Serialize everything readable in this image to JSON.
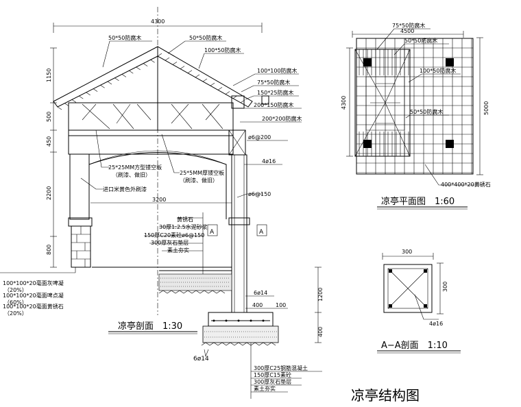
{
  "page_title": "凉亭结构图",
  "section": {
    "caption": "凉亭剖面　1:30",
    "dim_top": "4300",
    "dim_inner": "3200",
    "dims_left": [
      "1150",
      "500",
      "450",
      "2200",
      "800"
    ],
    "dims_right": [
      "1200",
      "400"
    ],
    "roof_callouts": [
      "50*50防腐木",
      "50*50防腐木",
      "100*50防腐木",
      "100*100防腐木",
      "75*50防腐木",
      "150*25防腐木",
      "200*150防腐木",
      "200*200防腐木"
    ],
    "rebar_callouts": [
      "ø6@200",
      "4ø16",
      "ø6@150",
      "6ø14",
      "400",
      "100"
    ],
    "beam_note_1": "25*25MM方型镂空板",
    "beam_note_1b": "（刷漆、做旧）",
    "beam_note_2": "25*5MM厚镂空板",
    "beam_note_2b": "（刷漆、做旧）",
    "paint_note": "进口米黄色外刷漆",
    "floor_layers": [
      "黄锈石",
      "30厚1:2.5水泥砂浆",
      "150厚C20素砼ø6@150",
      "300厚灰石垫层",
      "素土夯实"
    ],
    "footing_layers": [
      "300厚C25钢筋混凝土",
      "150厚C15素砼",
      "300厚灰石垫层",
      "素土夯实"
    ],
    "left_notes": [
      "100*100*20毫面灰啤凝",
      "（20%）",
      "100*100*20毫面啤点凝",
      "（60%）",
      "100*100*20毫面黄锈石",
      "（20%）"
    ],
    "bottom_rebar": "6ø14",
    "section_mark": "A"
  },
  "plan": {
    "caption": "凉亭平面图　1:60",
    "dims": [
      "4500",
      "4300",
      "5000"
    ],
    "callouts": [
      "75*50防腐木",
      "50*50防腐木",
      "100*50防腐木",
      "50*50防腐木",
      "400*400*20黄锈石"
    ]
  },
  "aa": {
    "caption": "A−A剖面　1:10",
    "dims": [
      "300",
      "300"
    ],
    "rebar": "4ø16"
  }
}
